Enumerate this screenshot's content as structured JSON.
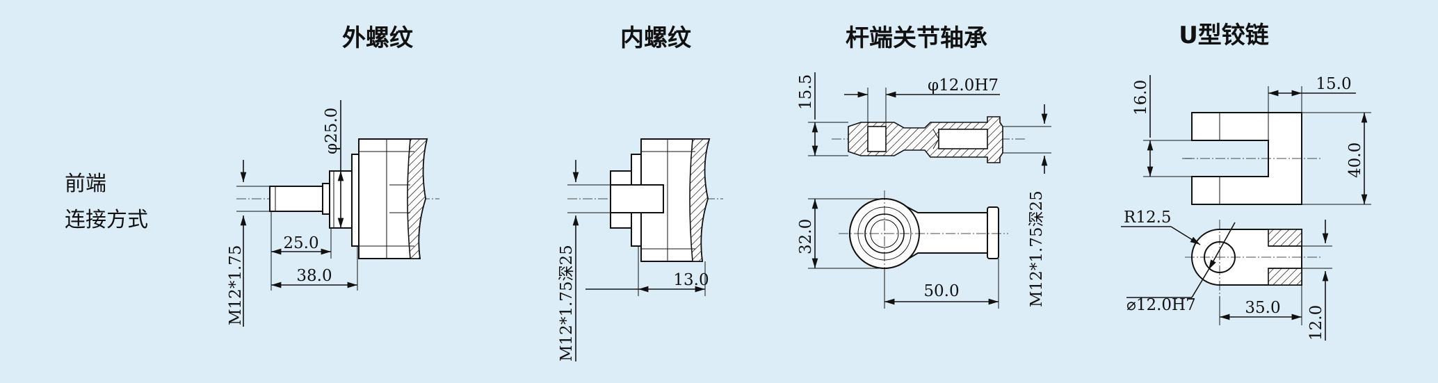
{
  "row_label": [
    "前端",
    "连接方式"
  ],
  "titles": [
    "外螺纹",
    "内螺纹",
    "杆端关节轴承",
    "U型铰链"
  ],
  "outer_thread": {
    "dia": "φ25.0",
    "len1": "25.0",
    "len2": "38.0",
    "thread": "M12*1.75"
  },
  "inner_thread": {
    "len": "13.0",
    "thread": "M12*1.75深25"
  },
  "rod_end": {
    "h1": "15.5",
    "bore": "φ12.0H7",
    "h2": "32.0",
    "len": "50.0",
    "thread": "M12*1.75深25"
  },
  "u_hinge": {
    "h1": "16.0",
    "w1": "15.0",
    "h2": "40.0",
    "radius": "R12.5",
    "bore": "⌀12.0H7",
    "w2": "35.0",
    "h3": "12.0"
  }
}
